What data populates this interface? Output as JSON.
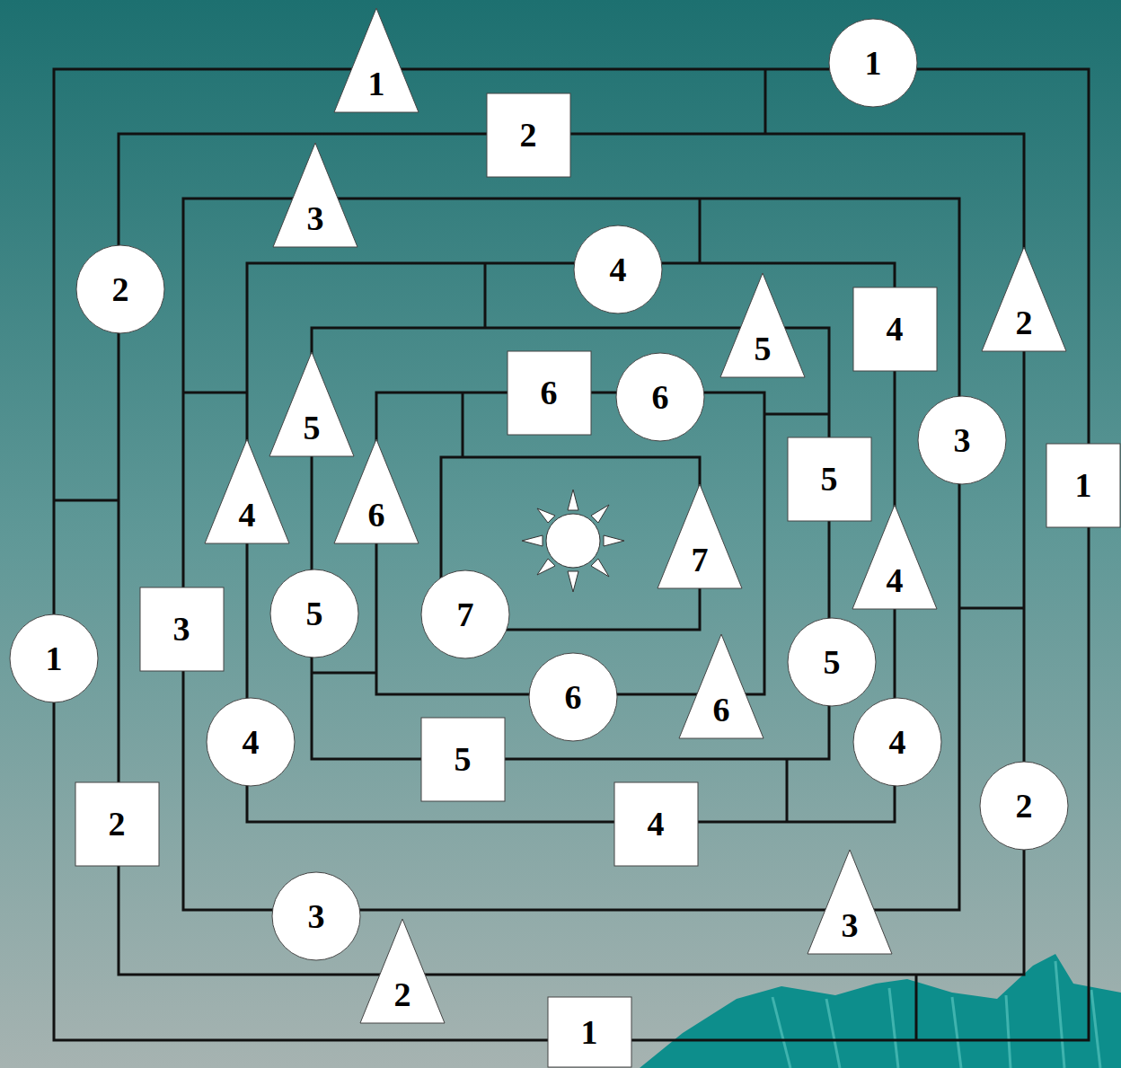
{
  "diagram": {
    "nodes": [
      {
        "text": [
          "1"
        ]
      },
      {
        "text": [
          "1"
        ]
      },
      {
        "text": [
          "2"
        ]
      },
      {
        "text": [
          "3"
        ]
      },
      {
        "text": [
          "2"
        ]
      },
      {
        "text": [
          "2"
        ]
      },
      {
        "text": [
          "4"
        ]
      },
      {
        "text": [
          "4"
        ]
      },
      {
        "text": [
          "5"
        ]
      },
      {
        "text": [
          "6"
        ]
      },
      {
        "text": [
          "6"
        ]
      },
      {
        "text": [
          "5"
        ]
      },
      {
        "text": [
          "3"
        ]
      },
      {
        "text": [
          "5"
        ]
      },
      {
        "text": [
          "1"
        ]
      },
      {
        "text": [
          "4"
        ]
      },
      {
        "text": [
          "6"
        ]
      },
      {
        "text": [
          "7"
        ]
      },
      {
        "text": [
          "4"
        ]
      },
      {
        "text": [
          "5"
        ]
      },
      {
        "text": [
          "7"
        ]
      },
      {
        "text": [
          "1"
        ]
      },
      {
        "text": [
          "3"
        ]
      },
      {
        "text": [
          "5"
        ]
      },
      {
        "text": [
          "6"
        ]
      },
      {
        "text": [
          "6"
        ]
      },
      {
        "text": [
          "4"
        ]
      },
      {
        "text": [
          "4"
        ]
      },
      {
        "text": [
          "5"
        ]
      },
      {
        "text": [
          "4"
        ]
      },
      {
        "text": [
          "2"
        ]
      },
      {
        "text": [
          "2"
        ]
      },
      {
        "text": [
          "3"
        ]
      },
      {
        "text": [
          "3"
        ]
      },
      {
        "text": [
          "2"
        ]
      },
      {
        "text": [
          "1"
        ]
      }
    ]
  }
}
